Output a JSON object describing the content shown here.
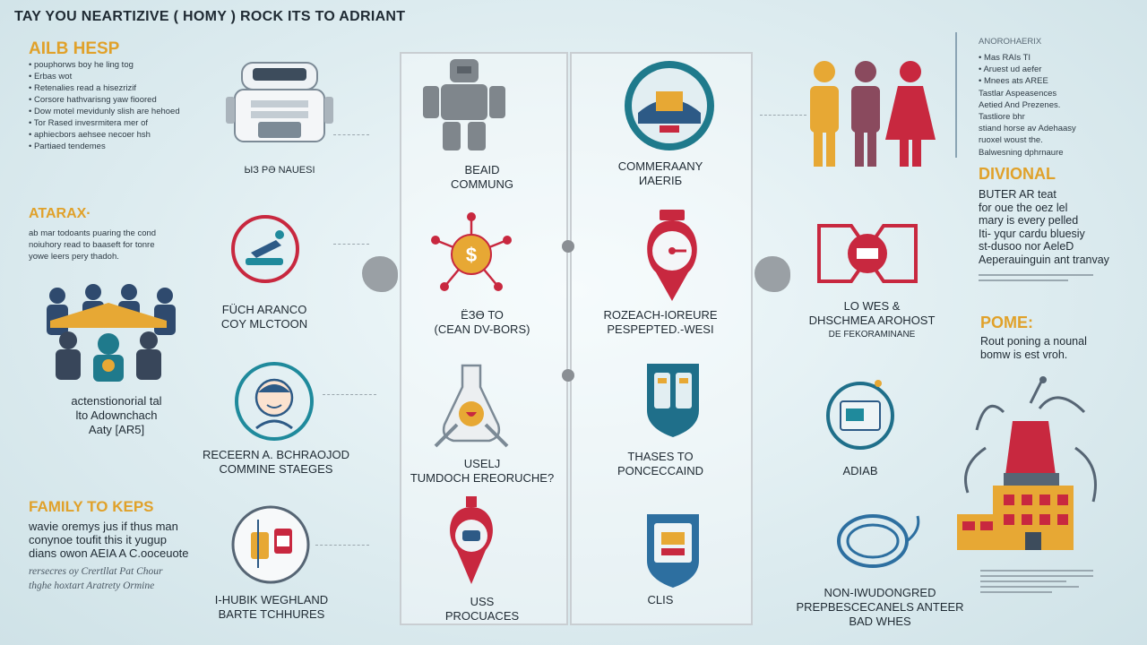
{
  "title": "TAY YOU NEARTIZIVE ( HOMY ) ROCK ITS TO ADRIANT",
  "left": {
    "section1": {
      "heading": "AILB HESP",
      "bullets": [
        "pouphorws boy he ling tog",
        "Erbas wot",
        "Retenalies read a hisezrizif",
        "Corsore hathvarisng yaw fioored",
        "Dow motel mevidunly slish are hehoed",
        "Tor Rased invesrmitera mer of",
        "aphiecbors aehsee necoer hsh",
        "Partiaed tendemes"
      ],
      "caption": "ЫЗ РӘ NAUESI"
    },
    "section2": {
      "heading": "ATARAX·",
      "lines": [
        "ab mar todoants puaring the cond",
        "noiuhory read to baaseft for tonre",
        "yowe leers pery thadoh."
      ],
      "caption_top": "FÜCH ARANCO",
      "caption_bottom": "COY MLCTOON",
      "text": [
        "actenstionorial tal",
        "lto Adownchach",
        "Aaty [AR5]"
      ],
      "caption3_top": "RECEERN A. BCHRAOJOD",
      "caption3_bottom": "COMMINE STAEGES"
    },
    "section3": {
      "heading": "FAMILY TO KEPS",
      "lines": [
        "wavie oremys jus if thus man",
        "conynoe toufit this it yugup",
        "dians owon AEIA A C.ooceuote"
      ],
      "italic": [
        "rersecres oy Crertllat Pat Chour",
        "thghe hoxtart Aratrety Ormine"
      ],
      "caption_top": "I-HUBIK WEGHLAND",
      "caption_bottom": "BARTE TCHHURES"
    }
  },
  "center_left": {
    "c1_top": "BEAID",
    "c1_bottom": "COMMUNG",
    "c2_top": "ЁЗӨ ТО",
    "c2_bottom": "(CEAN DV-BORS)",
    "c3_top": "USELJ",
    "c3_bottom": "TUMDOCH EREORUCHE?",
    "c4_top": "USS",
    "c4_bottom": "PROCUACES"
  },
  "center_right": {
    "c1_top": "COMMERAANY",
    "c1_bottom": "ИAERIБ",
    "c2_top": "ROZEACH-IOREURE",
    "c2_bottom": "PESPEPTED.-WESI",
    "c3_top": "THASES TO",
    "c3_bottom": "PONCECCAIND",
    "c4": "CLIS"
  },
  "right": {
    "header": "ANOROHAERIX",
    "bullets": [
      "Mas RAIs TI",
      "Aruest ud aefer",
      "Mnees ats AREE"
    ],
    "lines1": [
      "Tastlar Aspeasences",
      "Aetied And Prezenes."
    ],
    "lines2": [
      "Tastliore bhr",
      "stiand horse av Adehaasy",
      "ruoxel woust the."
    ],
    "lines3": [
      "Balwesning dphrnaure"
    ],
    "heading2": "DIVIONAL",
    "text2": [
      "BUTER AR teat",
      "for oue the oez lel",
      "mary is every pelled",
      "Iti- yqur cardu bluesiy",
      "st-dusoo nor AeleD",
      "Aeperauinguin ant tranvay"
    ],
    "caption_top": "LO WES &",
    "caption_mid": "DHSCHMEA AROHOST",
    "caption_bot": "DE FEKORAMINANE",
    "heading3": "POME:",
    "text3": [
      "Rout poning a nounal",
      "bomw is est vroh."
    ],
    "label_ad": "ADIAB",
    "caption2_top": "NON-IWUDONGRED",
    "caption2_mid": "PREPBESCECANELS ANTEER",
    "caption2_bot": "BAD WHES"
  },
  "colors": {
    "accent": "#e0a12a",
    "teal": "#1f8a9c",
    "red": "#c8283f",
    "navy": "#2a4a7a",
    "plum": "#8a4a5e",
    "slate": "#566574"
  }
}
